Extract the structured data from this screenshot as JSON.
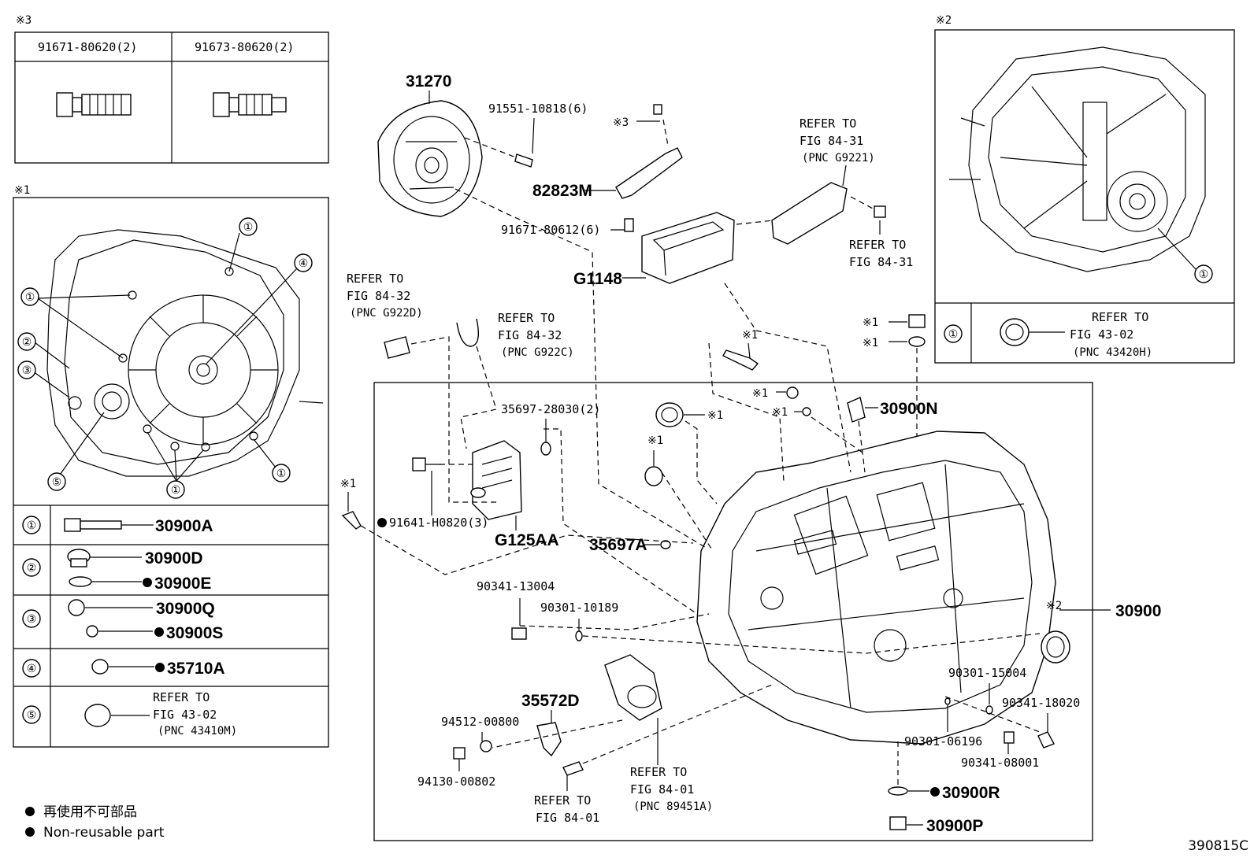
{
  "figure_id": "390815C",
  "legend": {
    "jp": "再使用不可部品",
    "en": "Non-reusable part"
  },
  "note_marks": {
    "m1": "※1",
    "m2": "※2",
    "m3": "※3"
  },
  "box3": {
    "col1": "91671-80620(2)",
    "col2": "91673-80620(2)"
  },
  "box1": {
    "callouts": [
      "①",
      "②",
      "③",
      "④",
      "⑤"
    ],
    "rows": [
      {
        "num": "①",
        "parts": [
          "30900A"
        ]
      },
      {
        "num": "②",
        "parts": [
          "30900D",
          "30900E"
        ]
      },
      {
        "num": "③",
        "parts": [
          "30900Q",
          "30900S"
        ]
      },
      {
        "num": "④",
        "parts": [
          "35710A"
        ]
      },
      {
        "num": "⑤",
        "refer": [
          "REFER TO",
          "FIG 43-02",
          "(PNC 43410M)"
        ]
      }
    ]
  },
  "box2": {
    "num": "①",
    "refer": [
      "REFER TO",
      "FIG 43-02",
      "(PNC 43420H)"
    ]
  },
  "labels": {
    "p31270": "31270",
    "p91551": "91551-10818(6)",
    "p82823M": "82823M",
    "p91671_612": "91671-80612(6)",
    "pG1148": "G1148",
    "ref_84_31_a": [
      "REFER TO",
      "FIG 84-31",
      "(PNC G9221)"
    ],
    "ref_84_31_b": [
      "REFER TO",
      "FIG 84-31"
    ],
    "ref_84_32_d": [
      "REFER TO",
      "FIG 84-32",
      "(PNC G922D)"
    ],
    "ref_84_32_c": [
      "REFER TO",
      "FIG 84-32",
      "(PNC G922C)"
    ],
    "p35697_28030": "35697-28030(2)",
    "p91641": "91641-H0820(3)",
    "pG125AA": "G125AA",
    "p35697A": "35697A",
    "p30900N": "30900N",
    "p90341_13004": "90341-13004",
    "p90301_10189": "90301-10189",
    "p30900": "30900",
    "p35572D": "35572D",
    "p94512": "94512-00800",
    "p94130": "94130-00802",
    "ref_84_01_a": [
      "REFER TO",
      "FIG 84-01"
    ],
    "ref_84_01_b": [
      "REFER TO",
      "FIG 84-01",
      "(PNC 89451A)"
    ],
    "p90301_15004": "90301-15004",
    "p90341_18020": "90341-18020",
    "p90301_06196": "90301-06196",
    "p90341_08001": "90341-08001",
    "p30900R": "30900R",
    "p30900P": "30900P"
  }
}
